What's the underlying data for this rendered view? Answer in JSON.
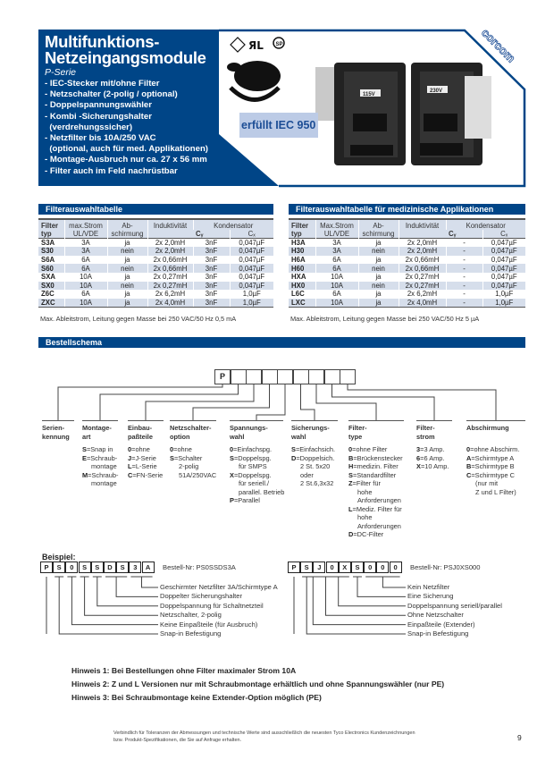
{
  "header": {
    "title_line1": "Multifunktions-",
    "title_line2": "Netzeingangsmodule",
    "series": "P-Serie",
    "features": [
      "- IEC-Stecker mit/ohne Filter",
      "- Netzschalter (2-polig / optional)",
      "- Doppelspannungswähler",
      "- Kombi -Sicherungshalter",
      "  (verdrehungssicher)",
      "- Netzfilter bis 10A/250 VAC",
      "  (optional, auch für med. Applikationen)",
      "- Montage-Ausbruch nur ca. 27 x 56 mm",
      "- Filter auch im Feld nachrüstbar"
    ],
    "iec_badge": "erfüllt IEC 950",
    "brand_logo": "corcom",
    "chameleon_logo": "CHAMELEON",
    "product_labels": [
      "115V",
      "230V"
    ],
    "colors": {
      "brand_blue": "#004587",
      "light_blue": "#d6deeb"
    }
  },
  "tables": [
    {
      "title": "Filterauswahltabelle",
      "headers": [
        "Filter typ",
        "max.Strom UL/VDE",
        "Ab- schirmung",
        "Induktivität",
        "Kondensator",
        "Cy",
        "Cx"
      ],
      "h": {
        "c0a": "Filter",
        "c0b": "typ",
        "c1a": "max.Strom",
        "c1b": "UL/VDE",
        "c2a": "Ab-",
        "c2b": "schirmung",
        "c3": "Induktivität",
        "c4": "Kondensator",
        "cy": "Cᵧ",
        "cx": "Cₓ"
      },
      "rows": [
        [
          "S3A",
          "3A",
          "ja",
          "2x 2,0mH",
          "3nF",
          "0,047µF"
        ],
        [
          "S30",
          "3A",
          "nein",
          "2x 2,0mH",
          "3nF",
          "0,047µF"
        ],
        [
          "S6A",
          "6A",
          "ja",
          "2x 0,66mH",
          "3nF",
          "0,047µF"
        ],
        [
          "S60",
          "6A",
          "nein",
          "2x 0,66mH",
          "3nF",
          "0,047µF"
        ],
        [
          "SXA",
          "10A",
          "ja",
          "2x 0,27mH",
          "3nF",
          "0,047µF"
        ],
        [
          "SX0",
          "10A",
          "nein",
          "2x 0,27mH",
          "3nF",
          "0,047µF"
        ],
        [
          "Z6C",
          "6A",
          "ja",
          "2x 6,2mH",
          "3nF",
          "1,0µF"
        ],
        [
          "ZXC",
          "10A",
          "ja",
          "2x 4,0mH",
          "3nF",
          "1,0µF"
        ]
      ],
      "note": "Max. Ableitstrom, Leitung gegen Masse bei 250 VAC/50 Hz 0,5 mA"
    },
    {
      "title": "Filterauswahltabelle für medizinische Applikationen",
      "h": {
        "c0a": "Filter",
        "c0b": "typ",
        "c1a": "Max.Strom",
        "c1b": "UL/VDE",
        "c2a": "Ab-",
        "c2b": "schirmung",
        "c3": "Induktivität",
        "c4": "Kondensator",
        "cy": "Cᵧ",
        "cx": "Cₓ"
      },
      "rows": [
        [
          "H3A",
          "3A",
          "ja",
          "2x 2,0mH",
          "-",
          "0,047µF"
        ],
        [
          "H30",
          "3A",
          "nein",
          "2x 2,0mH",
          "-",
          "0,047µF"
        ],
        [
          "H6A",
          "6A",
          "ja",
          "2x 0,66mH",
          "-",
          "0,047µF"
        ],
        [
          "H60",
          "6A",
          "nein",
          "2x 0,66mH",
          "-",
          "0,047µF"
        ],
        [
          "HXA",
          "10A",
          "ja",
          "2x 0,27mH",
          "-",
          "0,047µF"
        ],
        [
          "HX0",
          "10A",
          "nein",
          "2x 0,27mH",
          "-",
          "0,047µF"
        ],
        [
          "L6C",
          "6A",
          "ja",
          "2x 6,2mH",
          "-",
          "1,0µF"
        ],
        [
          "LXC",
          "10A",
          "ja",
          "2x 4,0mH",
          "-",
          "1,0µF"
        ]
      ],
      "note": "Max. Ableitstrom, Leitung gegen Masse bei 250 VAC/50 Hz 5 µA"
    }
  ],
  "schema": {
    "title": "Bestellschema",
    "first_box": "P",
    "columns": [
      {
        "head": [
          "Serien-",
          "kennung"
        ],
        "items": []
      },
      {
        "head": [
          "Montage-",
          "art"
        ],
        "items": [
          [
            "S",
            "=Snap in"
          ],
          [
            "E",
            "=Schraub-"
          ],
          [
            "",
            "montage"
          ],
          [
            "M",
            "=Schraub-"
          ],
          [
            "",
            "montage"
          ]
        ]
      },
      {
        "head": [
          "Einbau-",
          "paßteile"
        ],
        "items": [
          [
            "0",
            "=ohne"
          ],
          [
            "J",
            "=J-Serie"
          ],
          [
            "L",
            "=L-Serie"
          ],
          [
            "C",
            "=FN-Serie"
          ]
        ]
      },
      {
        "head": [
          "Netzschalter-",
          "option"
        ],
        "items": [
          [
            "0",
            "=ohne"
          ],
          [
            "S",
            "=Schalter"
          ],
          [
            "",
            "2-polig"
          ],
          [
            "",
            "51A/250VAC"
          ]
        ]
      },
      {
        "head": [
          "Spannungs-",
          "wahl"
        ],
        "items": [
          [
            "0",
            "=Einfachspg."
          ],
          [
            "S",
            "=Doppelspg."
          ],
          [
            "",
            "für SMPS"
          ],
          [
            "X",
            "=Doppelspg."
          ],
          [
            "",
            "für seriell./"
          ],
          [
            "",
            "parallel. Betrieb"
          ],
          [
            "P",
            "=Parallel"
          ]
        ]
      },
      {
        "head": [
          "Sicherungs-",
          "wahl"
        ],
        "items": [
          [
            "S",
            "=Einfachsich."
          ],
          [
            "D",
            "=Doppelsich."
          ],
          [
            "",
            "2 St. 5x20"
          ],
          [
            "",
            "oder"
          ],
          [
            "",
            "2 St.6,3x32"
          ]
        ]
      },
      {
        "head": [
          "Filter-",
          "type"
        ],
        "items": [
          [
            "0",
            "=ohne Filter"
          ],
          [
            "B",
            "=Brückenstecker"
          ],
          [
            "H",
            "=medizin. Filter"
          ],
          [
            "S",
            "=Standardfilter"
          ],
          [
            "Z",
            "=Filter für"
          ],
          [
            "",
            "hohe Anforderungen"
          ],
          [
            "L",
            "=Mediz. Filter für"
          ],
          [
            "",
            "hohe Anforderungen"
          ],
          [
            "D",
            "=DC-Filter"
          ]
        ]
      },
      {
        "head": [
          "Filter-",
          "strom"
        ],
        "items": [
          [
            "3",
            "=3 Amp."
          ],
          [
            "6",
            "=6 Amp."
          ],
          [
            "X",
            "=10 Amp."
          ]
        ]
      },
      {
        "head": [
          "Abschirmung",
          ""
        ],
        "items": [
          [
            "0",
            "=ohne Abschirm."
          ],
          [
            "A",
            "=Schirmtype A"
          ],
          [
            "B",
            "=Schirmtype B"
          ],
          [
            "C",
            "=Schirmtype C"
          ],
          [
            "",
            "(nur mit"
          ],
          [
            "",
            "Z und L Filter)"
          ]
        ]
      }
    ]
  },
  "examples": {
    "label": "Beispiel:",
    "list": [
      {
        "code": [
          "P",
          "S",
          "0",
          "S",
          "S",
          "D",
          "S",
          "3",
          "A"
        ],
        "order": "Bestell-Nr: PS0SSDS3A",
        "explain": [
          "Geschirmter Netzfilter 3A/Schirmtype A",
          "Doppelter Sicherungshalter",
          "Doppelspannung für Schaltnetzteil",
          "Netzschalter, 2-polig",
          "Keine Einpaßteile (für Ausbruch)",
          "Snap-in Befestigung"
        ]
      },
      {
        "code": [
          "P",
          "S",
          "J",
          "0",
          "X",
          "S",
          "0",
          "0",
          "0"
        ],
        "order": "Bestell-Nr: PSJ0XS000",
        "explain": [
          "Kein Netzfilter",
          "Eine Sicherung",
          "Doppelspannung seriell/parallel",
          "Ohne Netzschalter",
          "Einpaßteile (Extender)",
          "Snap-in Befestigung"
        ]
      }
    ]
  },
  "notes": [
    "Hinweis 1: Bei Bestellungen ohne Filter maximaler Strom 10A",
    "Hinweis 2: Z und L Versionen nur mit Schraubmontage erhältlich und ohne Spannungswähler (nur PE)",
    "Hinweis 3: Bei Schraubmontage keine Extender-Option möglich (PE)"
  ],
  "footer": {
    "line1": "Verbindlich für Toleranzen der Abmessungen und technische Werte sind ausschließlich die neuesten Tyco Electronics Kundenzeichnungen",
    "line2": "bzw. Produkt-Spezifikationen, die Sie auf Anfrage erhalten.",
    "page": "9"
  }
}
